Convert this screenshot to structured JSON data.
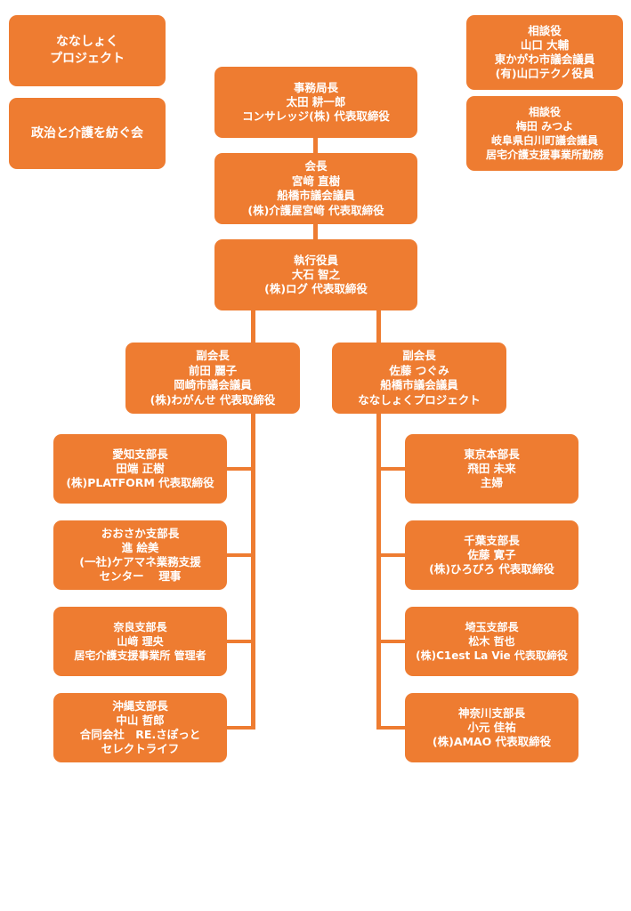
{
  "colors": {
    "box": "#ee7c31",
    "text": "#ffffff",
    "background": "#ffffff"
  },
  "org_name_1": [
    "ななしょく",
    "プロジェクト"
  ],
  "org_name_2": [
    "政治と介護を紡ぐ会"
  ],
  "advisor_1": [
    "相談役",
    "山口 大輔",
    "東かがわ市議会議員",
    "(有)山口テクノ役員"
  ],
  "advisor_2": [
    "相談役",
    "梅田 みつよ",
    "岐阜県白川町議会議員",
    "居宅介護支援事業所勤務"
  ],
  "secretary_general": [
    "事務局長",
    "太田 耕一郎",
    "コンサレッジ(株) 代表取締役"
  ],
  "chairman": [
    "会長",
    "宮﨑 直樹",
    "船橋市議会議員",
    "(株)介護屋宮﨑 代表取締役"
  ],
  "executive_officer": [
    "執行役員",
    "大石 智之",
    "(株)ログ 代表取締役"
  ],
  "vice_chair_left": [
    "副会長",
    "前田 麗子",
    "岡崎市議会議員",
    "(株)わがんせ 代表取締役"
  ],
  "vice_chair_right": [
    "副会長",
    "佐藤 つぐみ",
    "船橋市議会議員",
    "ななしょくプロジェクト"
  ],
  "branches_left": [
    [
      "愛知支部長",
      "田端 正樹",
      "(株)PLATFORM 代表取締役"
    ],
    [
      "おおさか支部長",
      "進 絵美",
      "(一社)ケアマネ業務支援",
      "センター　 理事"
    ],
    [
      "奈良支部長",
      "山﨑 理央",
      "居宅介護支援事業所 管理者"
    ],
    [
      "沖縄支部長",
      "中山 哲郎",
      "合同会社　RE.さぽっと",
      "セレクトライフ"
    ]
  ],
  "branches_right": [
    [
      "東京本部長",
      "飛田 未来",
      "主婦"
    ],
    [
      "千葉支部長",
      "佐藤 寛子",
      "(株)ひろびろ 代表取締役"
    ],
    [
      "埼玉支部長",
      "松木 哲也",
      "(株)C1est La Vie 代表取締役"
    ],
    [
      "神奈川支部長",
      "小元 佳祐",
      "(株)AMAO 代表取締役"
    ]
  ]
}
